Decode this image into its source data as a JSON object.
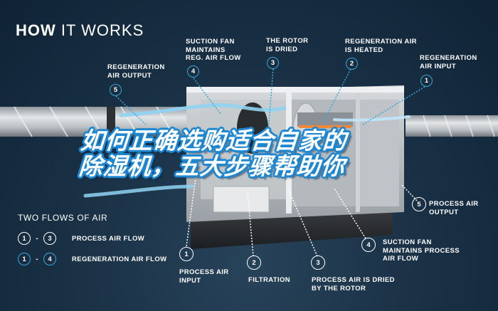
{
  "header": {
    "title_bold": "HOW",
    "title_rest": " IT WORKS"
  },
  "headline": {
    "line1": "如何正确选购适合自家的",
    "line2": "除湿机，五大步骤帮助你"
  },
  "colors": {
    "background": "#132a3d",
    "accent_blue": "#3aa7d6",
    "headline_outline": "#1f87d0",
    "text": "#ffffff"
  },
  "top_callouts": [
    {
      "num": "5",
      "label": "REGENERATION\nAIR OUTPUT"
    },
    {
      "num": "4",
      "label": "SUCTION FAN\nMAINTAINS\nREG. AIR FLOW"
    },
    {
      "num": "3",
      "label": "THE ROTOR\nIS DRIED"
    },
    {
      "num": "2",
      "label": "REGENERATION AIR\nIS HEATED"
    },
    {
      "num": "1",
      "label": "REGENERATION\nAIR INPUT"
    }
  ],
  "bottom_callouts": [
    {
      "num": "1",
      "label": "PROCESS AIR\nINPUT"
    },
    {
      "num": "2",
      "label": "FILTRATION"
    },
    {
      "num": "3",
      "label": "PROCESS AIR IS DRIED\nBY THE ROTOR"
    },
    {
      "num": "4",
      "label": "SUCTION FAN\nMAINTAINS PROCESS\nAIR FLOW"
    },
    {
      "num": "5",
      "label": "PROCESS AIR\nOUTPUT"
    }
  ],
  "legend": {
    "title": "TWO FLOWS OF AIR",
    "rows": [
      {
        "from": "1",
        "dash": "-",
        "to": "3",
        "label": "PROCESS AIR FLOW"
      },
      {
        "from": "1",
        "dash": "-",
        "to": "4",
        "label": "REGENERATION AIR FLOW"
      }
    ]
  }
}
